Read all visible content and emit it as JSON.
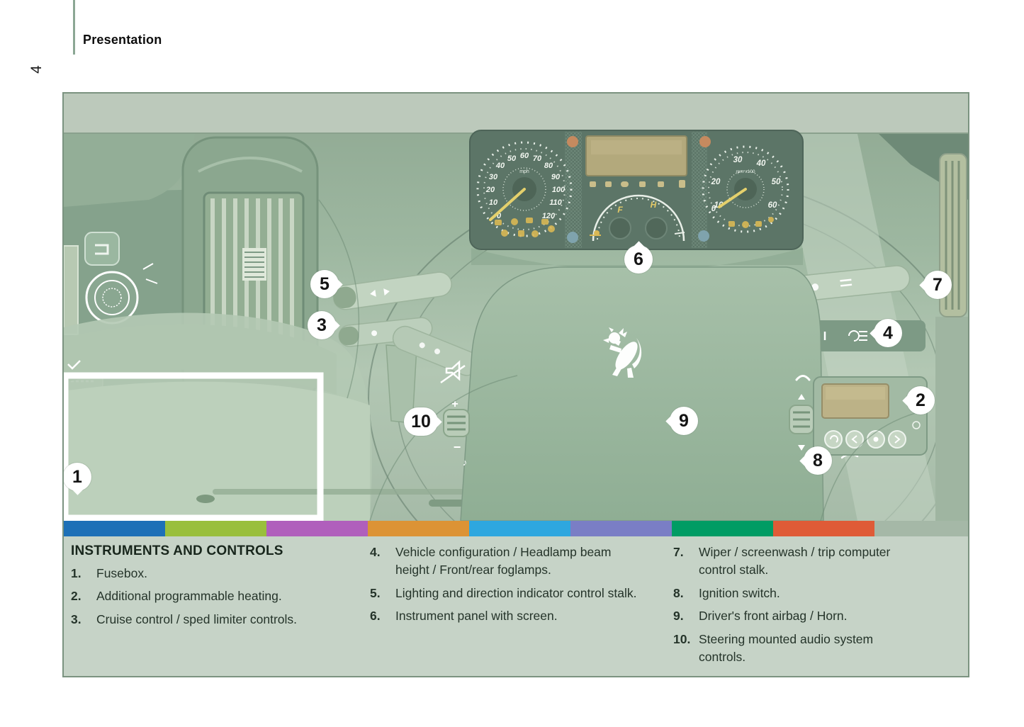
{
  "header": {
    "section_title": "Presentation",
    "page_number": "4"
  },
  "figure": {
    "callouts": {
      "c1": "1",
      "c2": "2",
      "c3": "3",
      "c4": "4",
      "c5": "5",
      "c6": "6",
      "c7": "7",
      "c8": "8",
      "c9": "9",
      "c10": "10"
    },
    "stripe_colors": [
      "#1d70b7",
      "#99bf3c",
      "#b05fbc",
      "#dc9335",
      "#2ea7df",
      "#7a7ec5",
      "#009c64",
      "#df5b37",
      "#a5b8a7"
    ],
    "cluster": {
      "speedo": [
        "0",
        "10",
        "20",
        "30",
        "40",
        "50",
        "60",
        "70",
        "80",
        "90",
        "100",
        "110",
        "120"
      ],
      "mph_label": "mph",
      "tach": [
        "0",
        "10",
        "20",
        "30",
        "40",
        "50",
        "60"
      ],
      "rpm_label": "rpm x100",
      "fuel_f": "F",
      "fuel_h": "H"
    },
    "audio_controls": {
      "plus": "+",
      "minus": "−",
      "note": "♪"
    },
    "legend": {
      "heading": "INSTRUMENTS AND CONTROLS",
      "columns": [
        {
          "items": [
            {
              "num": "1.",
              "text": "Fusebox."
            },
            {
              "num": "2.",
              "text": "Additional programmable heating."
            },
            {
              "num": "3.",
              "text": "Cruise control / sped limiter controls."
            }
          ]
        },
        {
          "items": [
            {
              "num": "4.",
              "text": "Vehicle configuration / Headlamp beam height / Front/rear foglamps."
            },
            {
              "num": "5.",
              "text": "Lighting and direction indicator control stalk."
            },
            {
              "num": "6.",
              "text": "Instrument panel with screen."
            }
          ]
        },
        {
          "items": [
            {
              "num": "7.",
              "text": "Wiper / screenwash / trip computer control stalk."
            },
            {
              "num": "8.",
              "text": "Ignition switch."
            },
            {
              "num": "9.",
              "text": "Driver's front airbag / Horn."
            },
            {
              "num": "10.",
              "text": "Steering mounted audio system controls."
            }
          ]
        }
      ]
    }
  },
  "colors": {
    "page_background": "#ffffff",
    "panel_border": "#7b9380",
    "legend_background": "#c6d3c7",
    "photo_tint": "#a3bba6",
    "cluster_panel": "#5c7567",
    "needle_yellow": "#e4d06c",
    "warning_yellow": "#d9b855"
  }
}
